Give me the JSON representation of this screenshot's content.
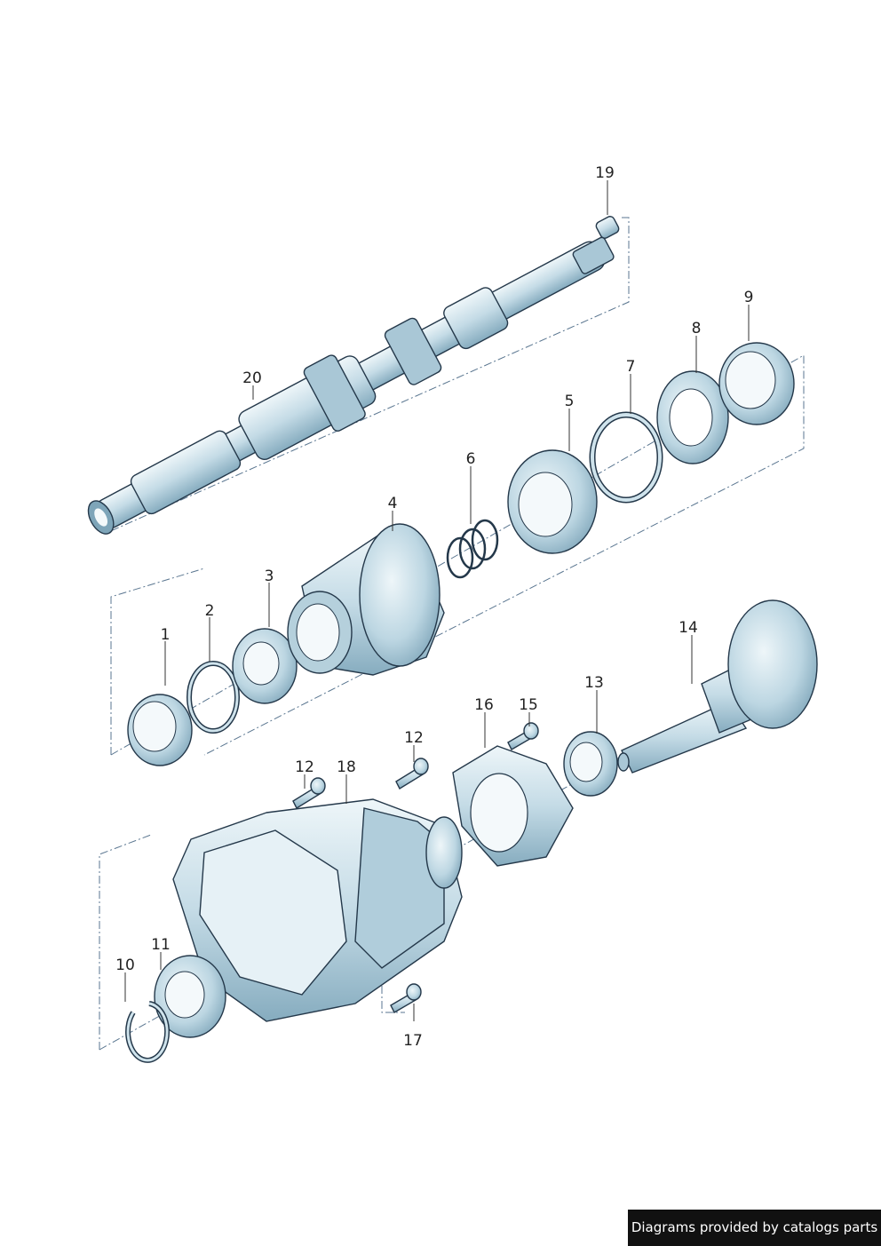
{
  "diagram": {
    "type": "exploded-parts-diagram",
    "colors": {
      "part_fill": "#cfe3ec",
      "part_shade": "#8fb6c8",
      "outline": "#24384a",
      "dash": "#5a7690"
    },
    "callouts": [
      {
        "id": "c1",
        "label": "1"
      },
      {
        "id": "c2",
        "label": "2"
      },
      {
        "id": "c3",
        "label": "3"
      },
      {
        "id": "c4",
        "label": "4"
      },
      {
        "id": "c5",
        "label": "5"
      },
      {
        "id": "c6",
        "label": "6"
      },
      {
        "id": "c7",
        "label": "7"
      },
      {
        "id": "c8",
        "label": "8"
      },
      {
        "id": "c9",
        "label": "9"
      },
      {
        "id": "c10",
        "label": "10"
      },
      {
        "id": "c11",
        "label": "11"
      },
      {
        "id": "c12a",
        "label": "12"
      },
      {
        "id": "c12b",
        "label": "12"
      },
      {
        "id": "c13",
        "label": "13"
      },
      {
        "id": "c14",
        "label": "14"
      },
      {
        "id": "c15",
        "label": "15"
      },
      {
        "id": "c16",
        "label": "16"
      },
      {
        "id": "c17",
        "label": "17"
      },
      {
        "id": "c18",
        "label": "18"
      },
      {
        "id": "c19",
        "label": "19"
      },
      {
        "id": "c20",
        "label": "20"
      }
    ]
  },
  "footer": {
    "credit": "Diagrams provided by catalogs parts"
  }
}
